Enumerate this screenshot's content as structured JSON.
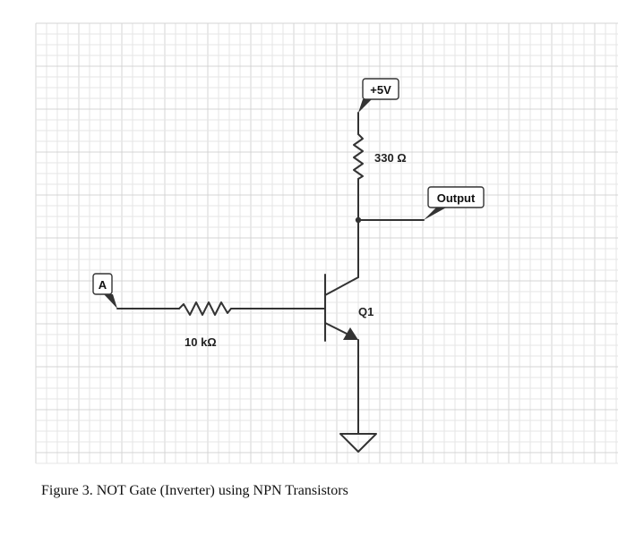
{
  "diagram": {
    "title": "NOT Gate (Inverter) using NPN Transistors",
    "supply_label": "+5V",
    "output_label": "Output",
    "input_label": "A",
    "collector_resistor_label": "330 Ω",
    "base_resistor_label": "10 kΩ",
    "transistor_label": "Q1",
    "wire_color": "#333333",
    "grid_color": "#e6e6e6"
  },
  "caption": {
    "text": "Figure 3. NOT Gate (Inverter) using NPN Transistors"
  }
}
